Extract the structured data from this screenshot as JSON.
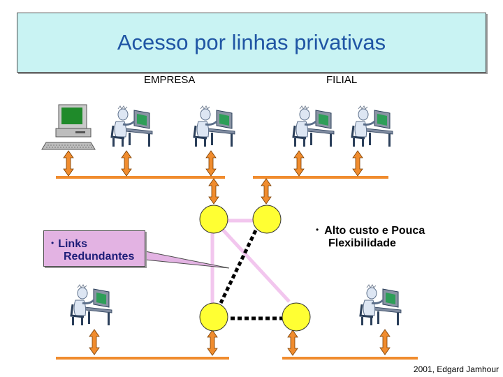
{
  "title": "Acesso por linhas privativas",
  "labels": {
    "empresa": "EMPRESA",
    "filial": "FILIAL"
  },
  "callout": {
    "bullet": "•",
    "line1": "Links",
    "line2": "Redundantes"
  },
  "note": {
    "bullet": "•",
    "line1": "Alto custo e Pouca",
    "line2": "Flexibilidade"
  },
  "credit": "2001, Edgard Jamhour",
  "colors": {
    "title_bg": "#c9f3f3",
    "title_text": "#1f55a4",
    "router": "#ffff33",
    "arrow": "#f08c2e",
    "lan_bar": "#f08c2e",
    "redundant_link": "#f2c6ee",
    "dashed_link": "#000000",
    "callout_bg": "#e3b3e3",
    "callout_text": "#1d1d78"
  },
  "icons": {
    "server": "computer-icon",
    "workstation": "user-at-workstation-icon",
    "router": "router-circle",
    "connection": "double-arrow-icon"
  }
}
